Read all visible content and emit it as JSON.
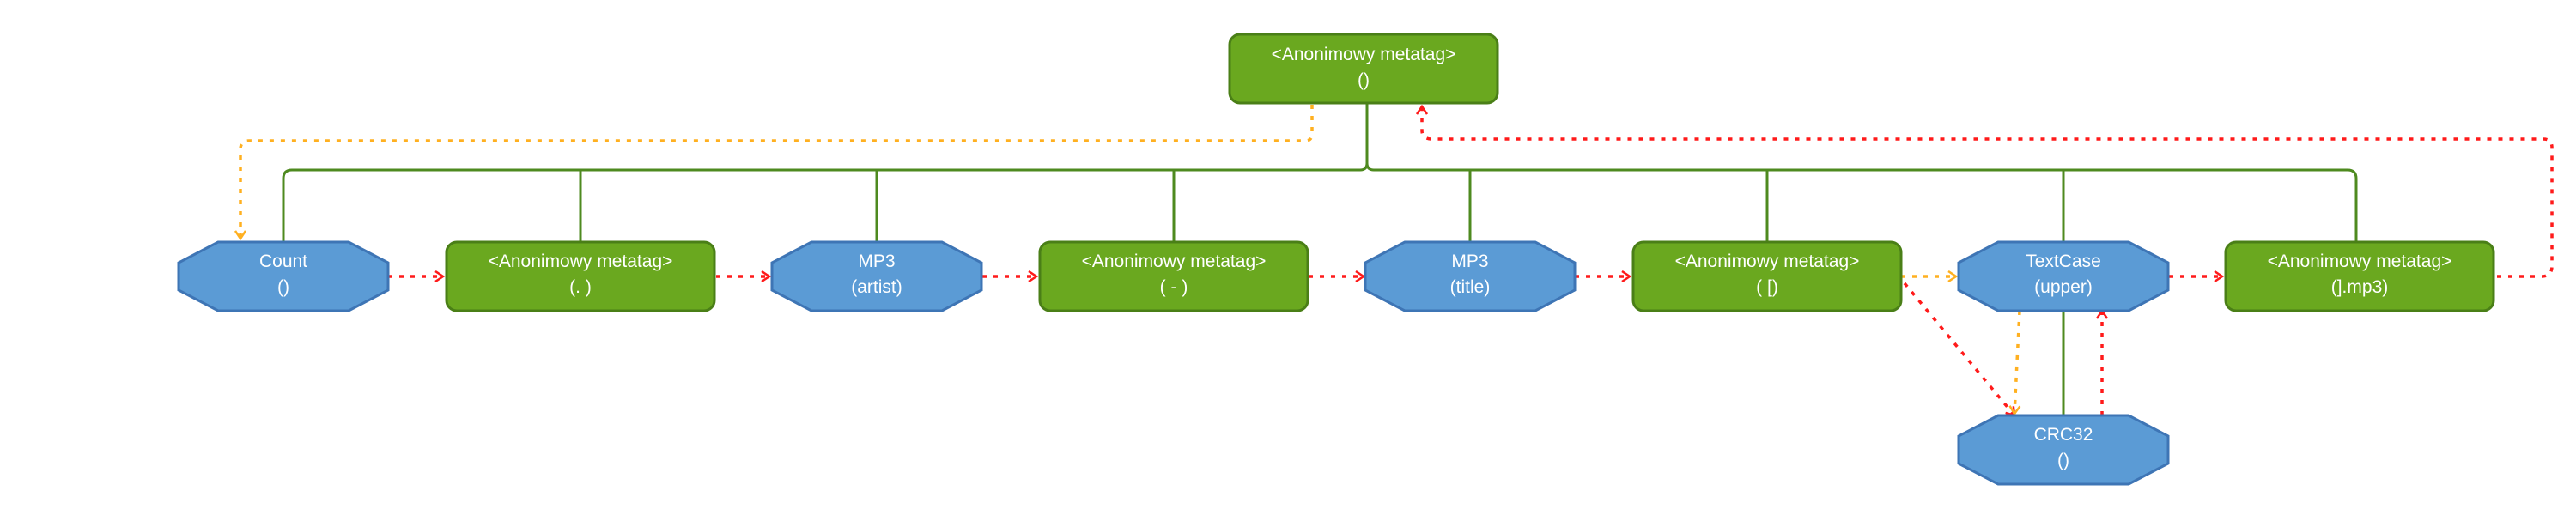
{
  "colors": {
    "green_fill": "#6aa81f",
    "green_stroke": "#4a7f17",
    "blue_fill": "#5b9bd5",
    "blue_stroke": "#3e75b5",
    "tree_line": "#4e8a1f",
    "flow_red": "#ff1a1a",
    "flow_orange": "#ffb020"
  },
  "nodes": {
    "root": {
      "kind": "rect",
      "line1": "<Anonimowy metatag>",
      "line2": "()"
    },
    "count": {
      "kind": "oct",
      "line1": "Count",
      "line2": "()"
    },
    "meta_dot": {
      "kind": "rect",
      "line1": "<Anonimowy metatag>",
      "line2": "(. )"
    },
    "mp3_artist": {
      "kind": "oct",
      "line1": "MP3",
      "line2": "(artist)"
    },
    "meta_dash": {
      "kind": "rect",
      "line1": "<Anonimowy metatag>",
      "line2": "( - )"
    },
    "mp3_title": {
      "kind": "oct",
      "line1": "MP3",
      "line2": "(title)"
    },
    "meta_brk": {
      "kind": "rect",
      "line1": "<Anonimowy metatag>",
      "line2": "( [)"
    },
    "textcase": {
      "kind": "oct",
      "line1": "TextCase",
      "line2": "(upper)"
    },
    "meta_mp3": {
      "kind": "rect",
      "line1": "<Anonimowy metatag>",
      "line2": "(].mp3)"
    },
    "crc32": {
      "kind": "oct",
      "line1": "CRC32",
      "line2": "()"
    }
  }
}
